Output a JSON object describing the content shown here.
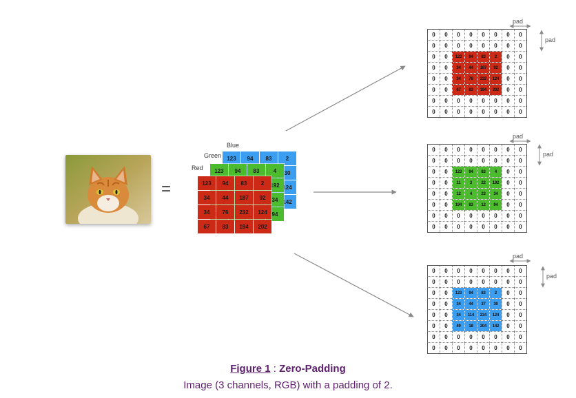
{
  "channels": {
    "red": {
      "label": "Red",
      "color": "#cc2a16",
      "rows": [
        [
          "123",
          "94",
          "83",
          "2"
        ],
        [
          "34",
          "44",
          "187",
          "92"
        ],
        [
          "34",
          "76",
          "232",
          "124"
        ],
        [
          "67",
          "83",
          "194",
          "202"
        ]
      ]
    },
    "green": {
      "label": "Green",
      "color": "#4cbb2e",
      "rows": [
        [
          "123",
          "94",
          "83",
          "4"
        ],
        [
          "11",
          "3",
          "22",
          "192"
        ],
        [
          "12",
          "4",
          "23",
          "34"
        ],
        [
          "194",
          "83",
          "12",
          "94"
        ]
      ]
    },
    "blue": {
      "label": "Blue",
      "color": "#3c9ef0",
      "rows": [
        [
          "123",
          "94",
          "83",
          "2"
        ],
        [
          "34",
          "44",
          "37",
          "30"
        ],
        [
          "34",
          "114",
          "234",
          "124"
        ],
        [
          "49",
          "18",
          "204",
          "142"
        ]
      ]
    }
  },
  "equals_sign": "=",
  "padded": {
    "pad_value": "0",
    "pad_label": "pad",
    "pad_width": 2
  },
  "caption": {
    "figure_label": "Figure 1",
    "separator": " : ",
    "title": "Zero-Padding",
    "subtitle": "Image (3 channels, RGB) with a padding of 2."
  },
  "icons": {
    "photo": "cat-photo-icon",
    "arrow": "arrow-right-icon",
    "pad_arrow_h": "double-arrow-horizontal-icon",
    "pad_arrow_v": "double-arrow-vertical-icon"
  }
}
